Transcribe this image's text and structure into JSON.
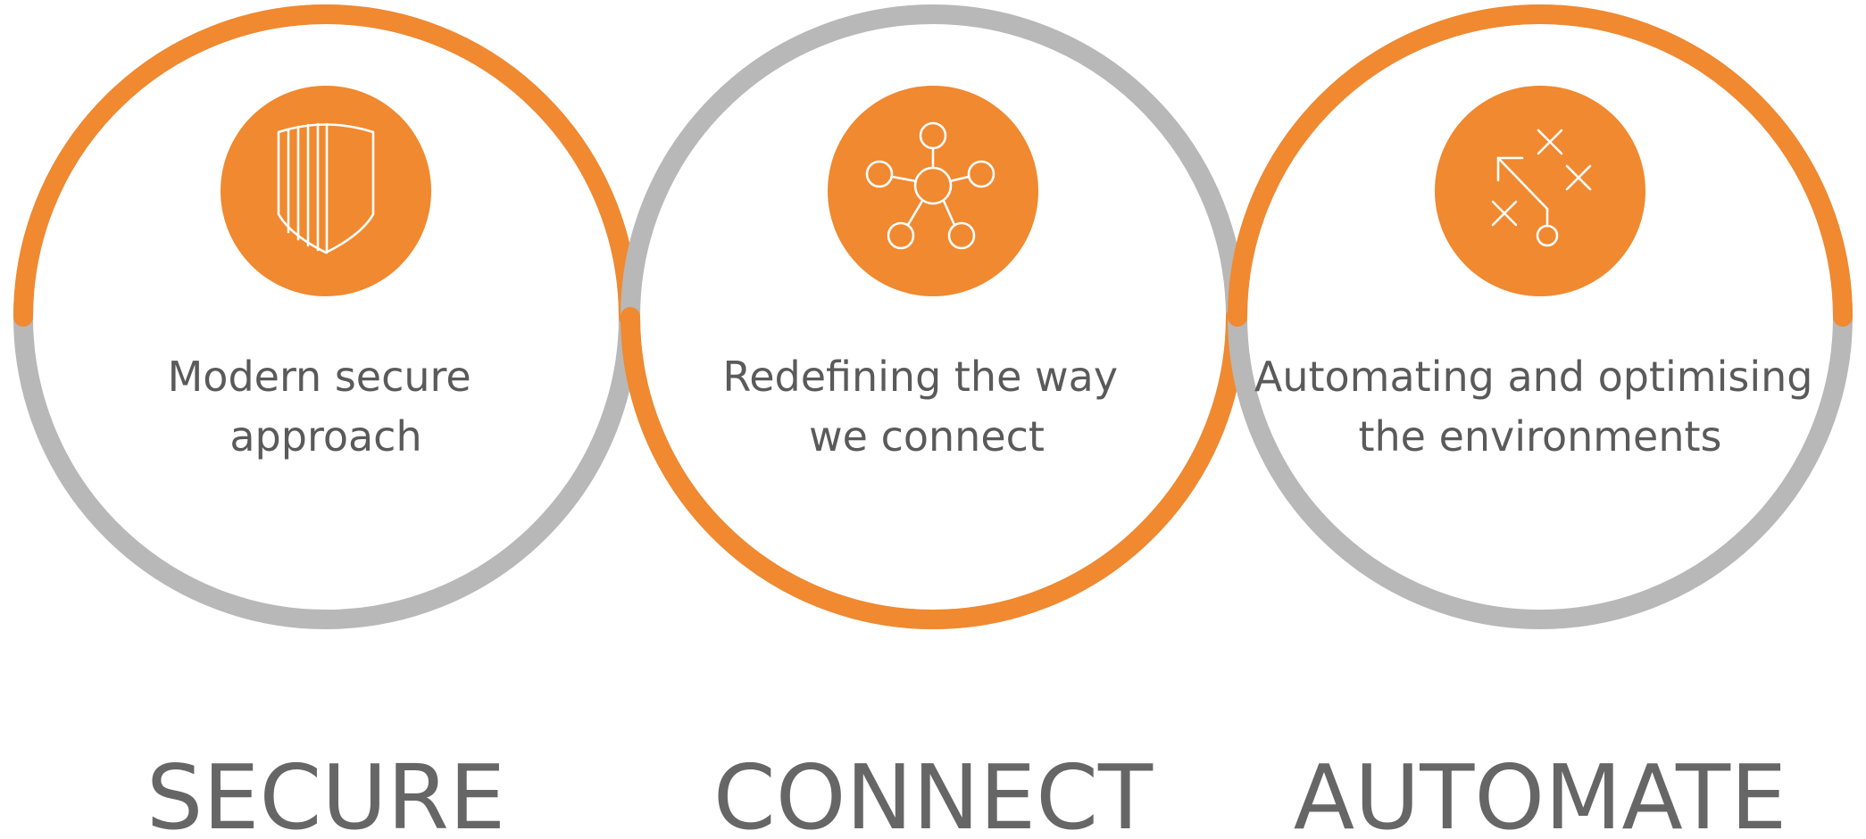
{
  "colors": {
    "accent": "#F0892F",
    "ring_gray": "#B8B8B8",
    "text_gray": "#5A5A5A",
    "label_gray": "#666666",
    "icon_stroke": "#FFFFFF"
  },
  "pillars": [
    {
      "id": "secure",
      "icon": "shield-icon",
      "description": [
        "Modern secure",
        "approach"
      ],
      "label": "SECURE",
      "orange_arc": "top"
    },
    {
      "id": "connect",
      "icon": "network-icon",
      "description": [
        "Redefining the way",
        "we connect"
      ],
      "label": "CONNECT",
      "orange_arc": "bottom"
    },
    {
      "id": "automate",
      "icon": "strategy-icon",
      "description": [
        "Automating and optimising",
        "the environments"
      ],
      "label": "AUTOMATE",
      "orange_arc": "top"
    }
  ]
}
